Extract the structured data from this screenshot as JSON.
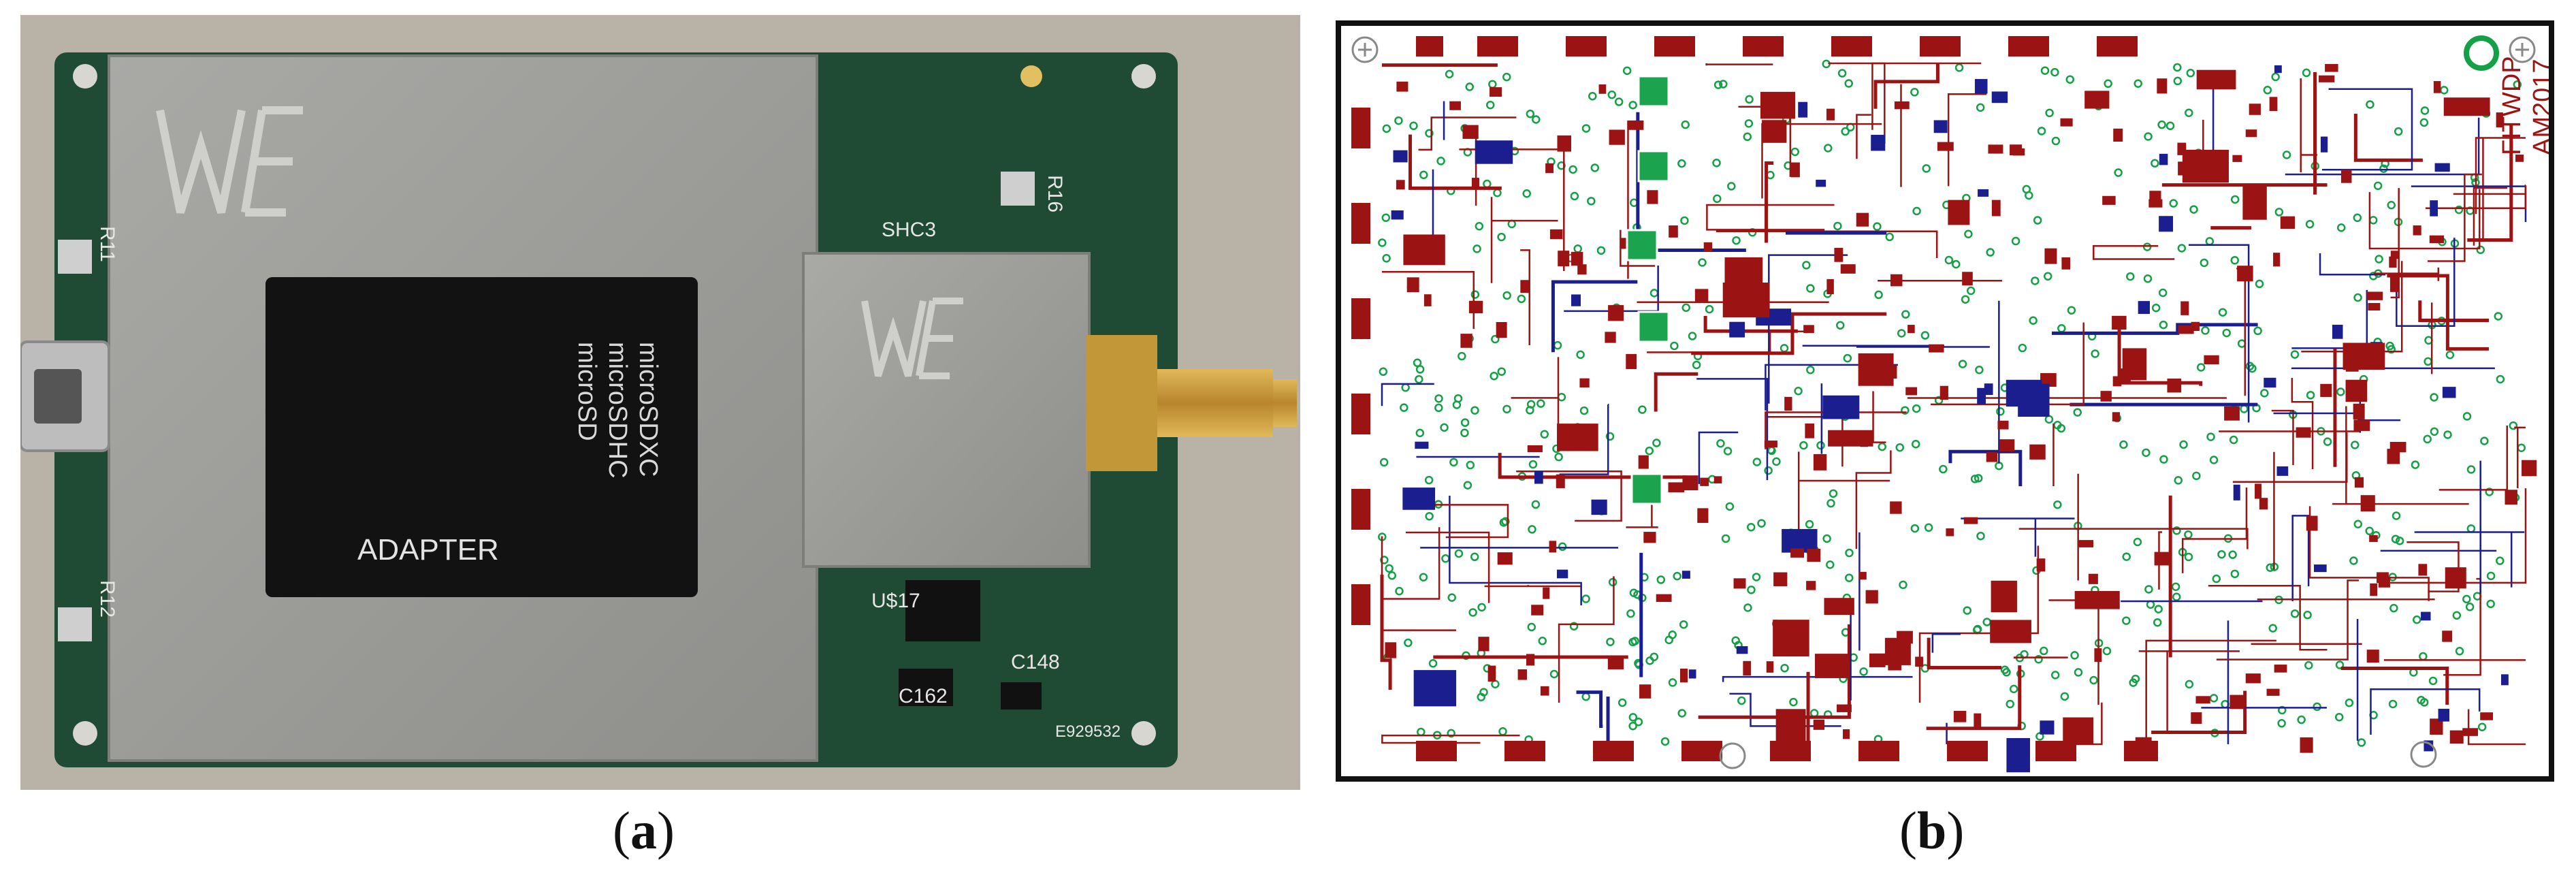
{
  "figure": {
    "panel_a": {
      "caption_letter": "a",
      "adapter_lines": [
        "microSD",
        "microSDHC",
        "microSDXC"
      ],
      "adapter_label": "ADAPTER",
      "silkscreen": [
        "R11",
        "R12",
        "R16",
        "SHC3",
        "U$17",
        "C148",
        "C162",
        "E929532"
      ]
    },
    "panel_b": {
      "caption_letter": "b",
      "board_label_1": "FITWDP",
      "board_label_2": "AM2017"
    }
  },
  "colors": {
    "pcb_green": "#1f4a33",
    "shield_silver": "#9c9c98",
    "trace_red": "#9b1313",
    "trace_blue": "#1a1e8e",
    "via_green": "#14a046",
    "gold": "#c99a3b"
  }
}
